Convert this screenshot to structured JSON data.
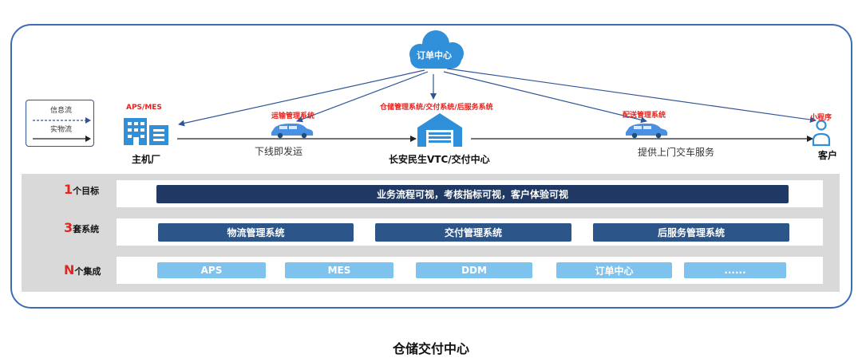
{
  "top": {
    "cloud_label": "订单中心",
    "nodes": {
      "factory": {
        "top_label": "APS/MES",
        "name": "主机厂"
      },
      "center": {
        "top_label": "仓储管理系统/交付系统/后服务系统",
        "name": "长安民生VTC/交付中心"
      },
      "customer": {
        "top_label": "小程序",
        "name": "客户"
      }
    },
    "flows": {
      "left": {
        "system": "运输管理系统",
        "label": "下线即发运"
      },
      "right": {
        "system": "配送管理系统",
        "label": "提供上门交车服务"
      }
    },
    "legend": {
      "info_flow": "信息流",
      "physical_flow": "实物流"
    }
  },
  "rows": [
    {
      "num": "1",
      "label": "个目标",
      "items": [
        "业务流程可视，考核指标可视，客户体验可视"
      ]
    },
    {
      "num": "3",
      "label": "套系统",
      "items": [
        "物流管理系统",
        "交付管理系统",
        "后服务管理系统"
      ]
    },
    {
      "num": "N",
      "label": "个集成",
      "items": [
        "APS",
        "MES",
        "DDM",
        "订单中心",
        "......"
      ]
    }
  ],
  "caption": "仓储交付中心",
  "colors": {
    "frame": "#3e6cb3",
    "accent_red": "#e5241f",
    "goal_bar": "#1f3864",
    "system_bar": "#2c5589",
    "integration_bar": "#7ec3ee",
    "icon_blue": "#2f8fd8",
    "panel_bg": "#d9d9d9"
  }
}
